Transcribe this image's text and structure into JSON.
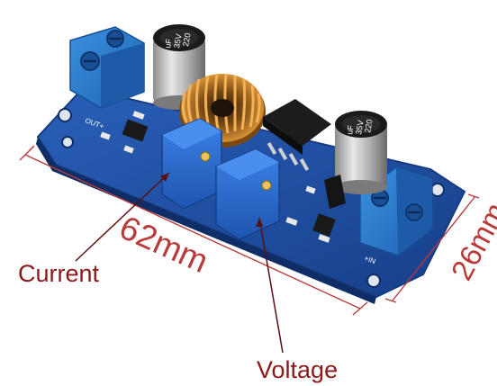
{
  "image": {
    "subject": "DC-DC buck converter module with current and voltage adjustment potentiometers",
    "background_color": "#ffffff"
  },
  "labels": {
    "length": "62mm",
    "width": "26mm",
    "current": "Current",
    "voltage": "Voltage"
  },
  "component_markings": {
    "capacitor_left": [
      "220",
      "35V",
      "uF"
    ],
    "capacitor_right": [
      "220",
      "35V",
      "uF"
    ],
    "output_pin": "OUT+",
    "input_pin": "+IN"
  },
  "colors": {
    "pcb": "#1b4fa3",
    "pcb_edge": "#163c80",
    "terminal": "#2c7fd0",
    "potentiometer": "#2f6fd6",
    "inductor_wire": "#d08a2a",
    "label_text": "#8a1a1a",
    "annotation_text": "#3a3a3a",
    "dimension_line": "#b83a3a",
    "arrow": "#5a1010"
  }
}
